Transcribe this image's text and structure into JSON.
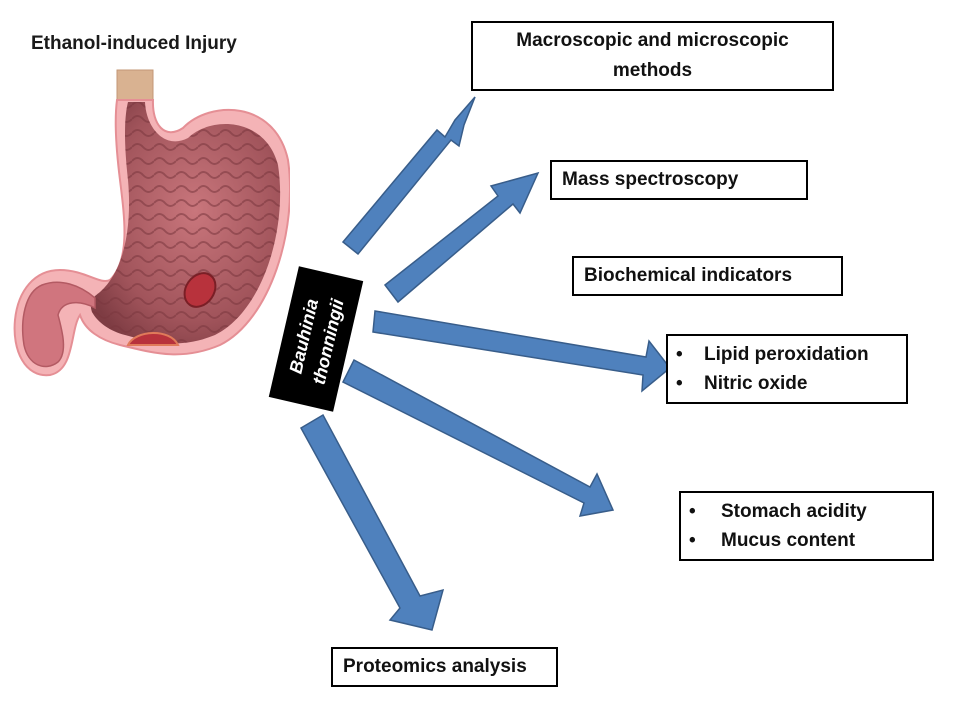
{
  "title": "Ethanol-induced Injury",
  "treatment": {
    "line1": "Bauhinia",
    "line2": "thonningii"
  },
  "boxes": {
    "macro": "Macroscopic and microscopic methods",
    "mass": "Mass spectroscopy",
    "biochemical": "Biochemical indicators",
    "biochemical_items": [
      "Lipid peroxidation",
      "Nitric oxide"
    ],
    "gastric_items": [
      "Stomach acidity",
      "Mucus content"
    ],
    "proteomics": "Proteomics analysis"
  },
  "bullet": "•",
  "colors": {
    "arrow_fill": "#4f81bd",
    "arrow_stroke": "#385d8a",
    "box_border": "#000000",
    "label_bg": "#000000",
    "stomach_wall": "#a8545c",
    "stomach_outline": "#f2a9ae",
    "esophagus_cap": "#d9b291"
  },
  "illustration": "stomach-with-ulcers"
}
